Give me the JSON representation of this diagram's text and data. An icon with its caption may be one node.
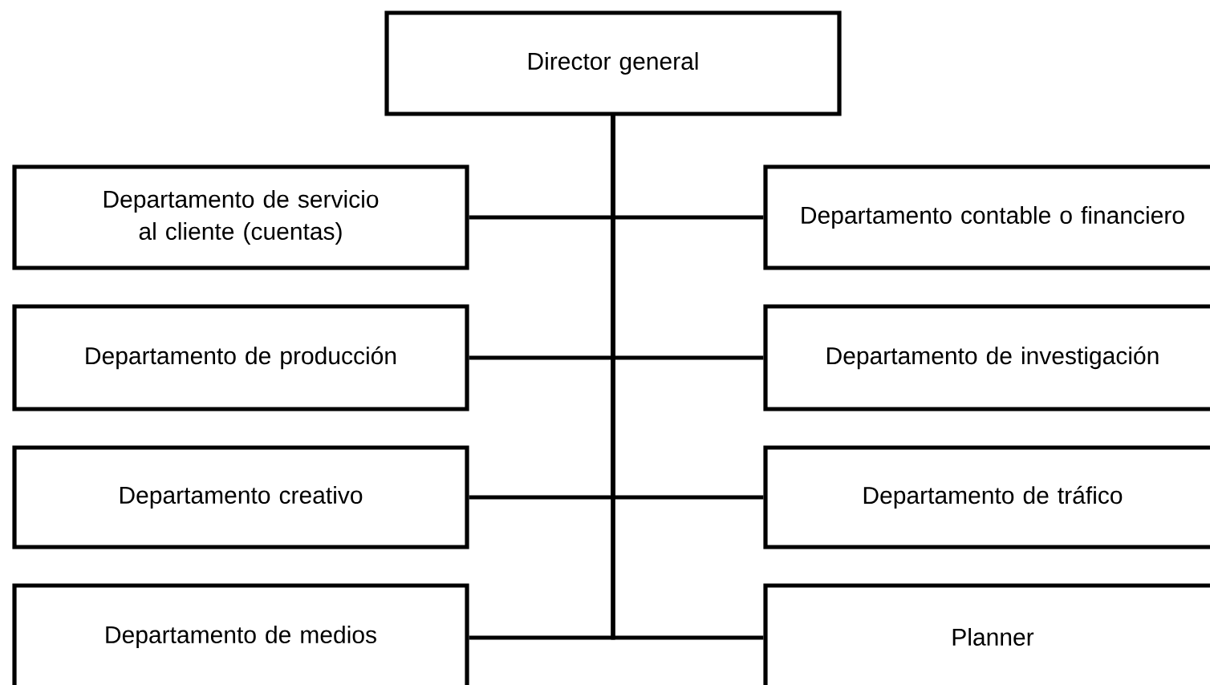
{
  "diagram": {
    "nodes": [
      {
        "text": [
          "Director general"
        ]
      },
      {
        "text": [
          "Departamento de servicio al cliente (cuentas)"
        ]
      },
      {
        "text": [
          "Departamento contable o financiero"
        ]
      },
      {
        "text": [
          "Departamento de producción"
        ]
      },
      {
        "text": [
          "Departamento de investigación"
        ]
      },
      {
        "text": [
          "Departamento creativo"
        ]
      },
      {
        "text": [
          "Departamento de tráfico"
        ]
      },
      {
        "text": [
          "Departamento de medios"
        ]
      },
      {
        "text": [
          "Planner"
        ]
      }
    ],
    "edges": [
      {
        "from": 0,
        "to": 1,
        "arrow": "none"
      },
      {
        "from": 0,
        "to": 2,
        "arrow": "none"
      },
      {
        "from": 0,
        "to": 3,
        "arrow": "none"
      },
      {
        "from": 0,
        "to": 4,
        "arrow": "none"
      },
      {
        "from": 0,
        "to": 5,
        "arrow": "none"
      },
      {
        "from": 0,
        "to": 6,
        "arrow": "none"
      },
      {
        "from": 0,
        "to": 7,
        "arrow": "none"
      },
      {
        "from": 0,
        "to": 8,
        "arrow": "none"
      }
    ]
  }
}
